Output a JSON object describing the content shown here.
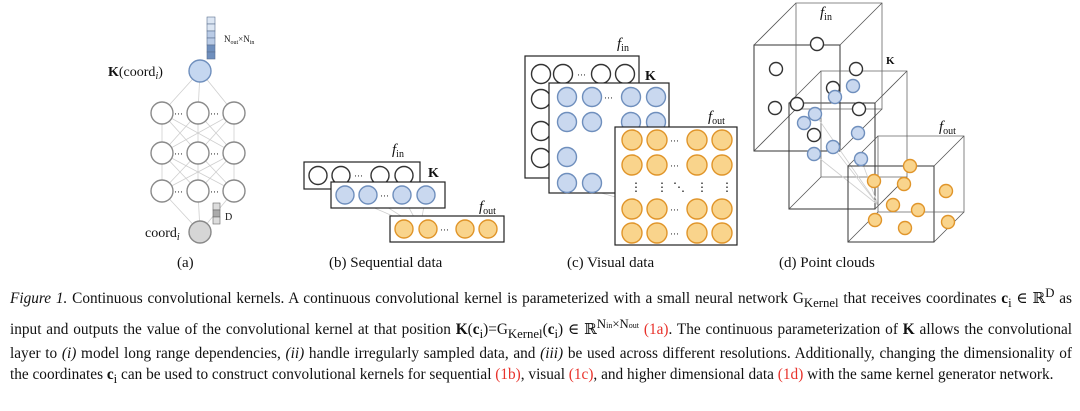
{
  "figure": {
    "panel_a": {
      "node_label": "K(coord",
      "node_sub": "i",
      "node_label_end": ")",
      "out_label": "N",
      "out_sub1": "out",
      "out_times": "×N",
      "out_sub2": "in",
      "in_label": "coord",
      "in_sub": "i",
      "dim_label": "D"
    },
    "panel_b": {
      "fin": "f",
      "fin_sub": "in",
      "k": "K",
      "fout": "f",
      "fout_sub": "out"
    },
    "panel_c": {
      "fin": "f",
      "fin_sub": "in",
      "k": "K",
      "fout": "f",
      "fout_sub": "out"
    },
    "panel_d": {
      "fin": "f",
      "fin_sub": "in",
      "k": "K",
      "fout": "f",
      "fout_sub": "out"
    },
    "dots": "···",
    "vdots": "⋮",
    "cross": "⋱",
    "colors": {
      "grey": "#8a8a8a",
      "blue": "#aec6e8",
      "blue_stroke": "#6f8fbd",
      "orange": "#f9d48c",
      "orange_stroke": "#e0952a",
      "black": "#333333"
    },
    "sublabels": {
      "a": "(a)",
      "b": "(b) Sequential data",
      "c": "(c) Visual data",
      "d": "(d) Point clouds"
    }
  },
  "caption": {
    "lead": "Figure 1.",
    "s1": "Continuous convolutional kernels. A continuous convolutional kernel is parameterized with a small neural network G",
    "gk_sub": "Kernel",
    "s2": " that receives coordinates ",
    "ci": "c",
    "ci_sub": "i",
    "s3": " ∈ ℝ",
    "s3_sup": "D",
    "s4": " as input and outputs the value of the convolutional kernel at that position ",
    "kc": "K",
    "s5": "(",
    "s6": ")=G",
    "s6_sub": "Kernel",
    "s7": "(",
    "s8": ") ∈ ℝ",
    "s8_sup": "N",
    "s8_sup_sub1": "in",
    "s8_sup_x": "×N",
    "s8_sup_sub2": "out",
    "ref1a": "(1a)",
    "s9": ". The continuous parameterization of ",
    "kb": "K",
    "s10": " allows the convolutional layer to ",
    "i1": "(i)",
    "s11": " model long range dependencies, ",
    "i2": "(ii)",
    "s12": " handle irregularly sampled data, and ",
    "i3": "(iii)",
    "s13": " be used across different resolutions. Additionally, changing the dimensionality of the coordinates ",
    "ci2": "c",
    "ci2_sub": "i",
    "s14": " can be used to construct convolutional kernels for sequential ",
    "ref1b": "(1b)",
    "s15": ", visual ",
    "ref1c": "(1c)",
    "s16": ", and higher dimensional data ",
    "ref1d": "(1d)",
    "s17": " with the same kernel generator network."
  }
}
